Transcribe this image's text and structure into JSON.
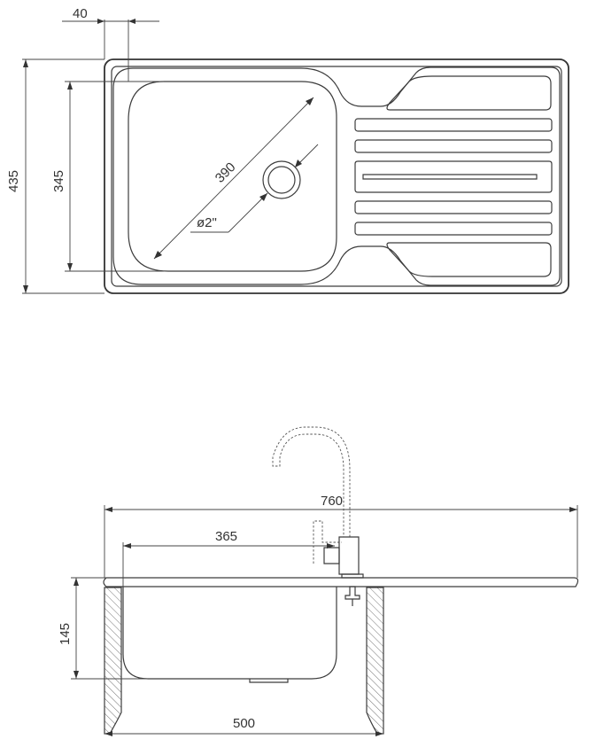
{
  "top_view": {
    "dim_left_margin": "40",
    "dim_total_depth": "435",
    "dim_bowl_depth": "345",
    "dim_bowl_diagonal": "390",
    "drain_diameter": "ø2\""
  },
  "side_view": {
    "dim_total_width": "760",
    "dim_tap_offset": "365",
    "dim_bowl_height": "145",
    "dim_cabinet_width": "500"
  }
}
